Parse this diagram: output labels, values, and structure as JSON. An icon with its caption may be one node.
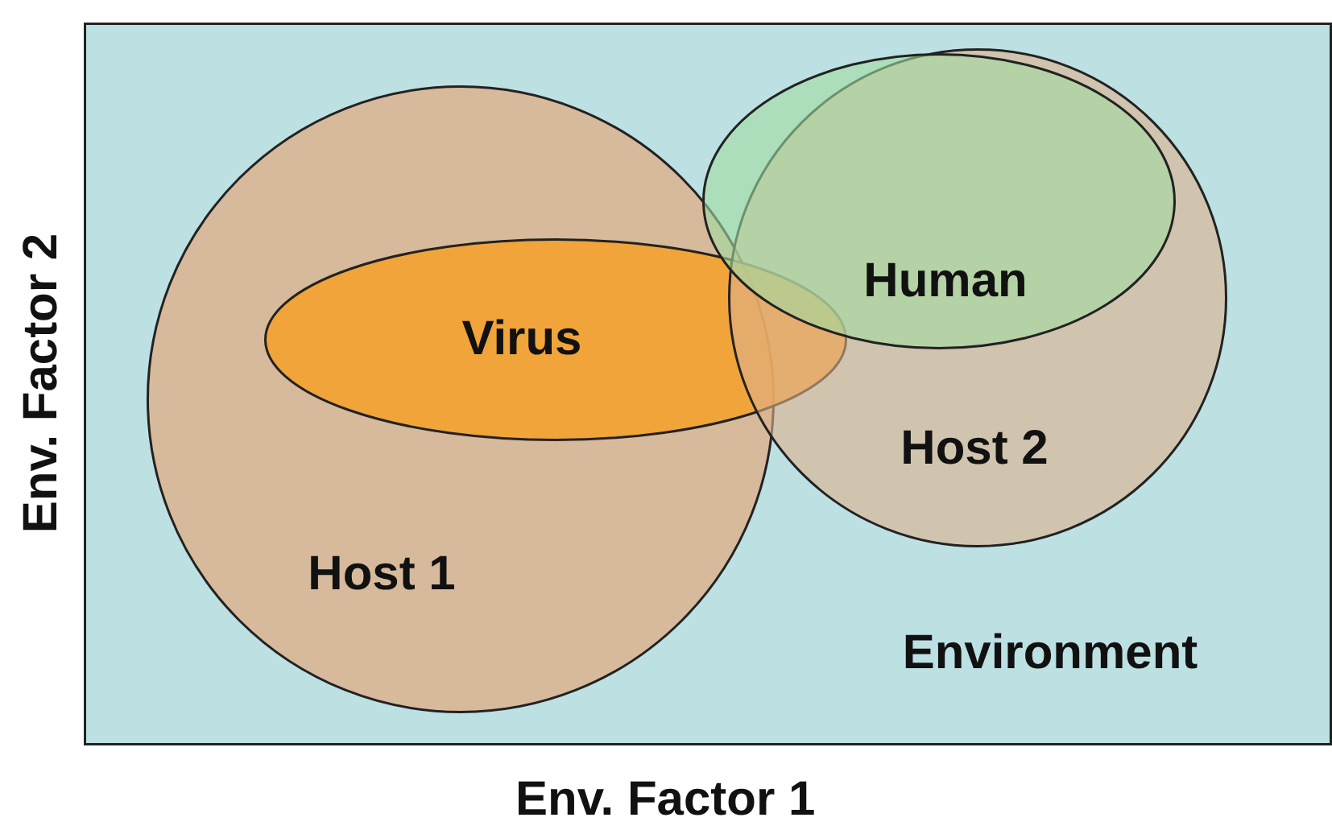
{
  "diagram": {
    "nodes": [
      {
        "text": [
          "Environment"
        ]
      },
      {
        "text": [
          "Host 1"
        ],
        "in": 0
      },
      {
        "text": [
          "Virus"
        ],
        "in": 0
      },
      {
        "text": [
          "Human"
        ],
        "in": 0
      },
      {
        "text": [
          "Host 2"
        ],
        "in": 0
      }
    ],
    "labels": [
      "Env. Factor 2",
      "Env. Factor 1"
    ]
  }
}
